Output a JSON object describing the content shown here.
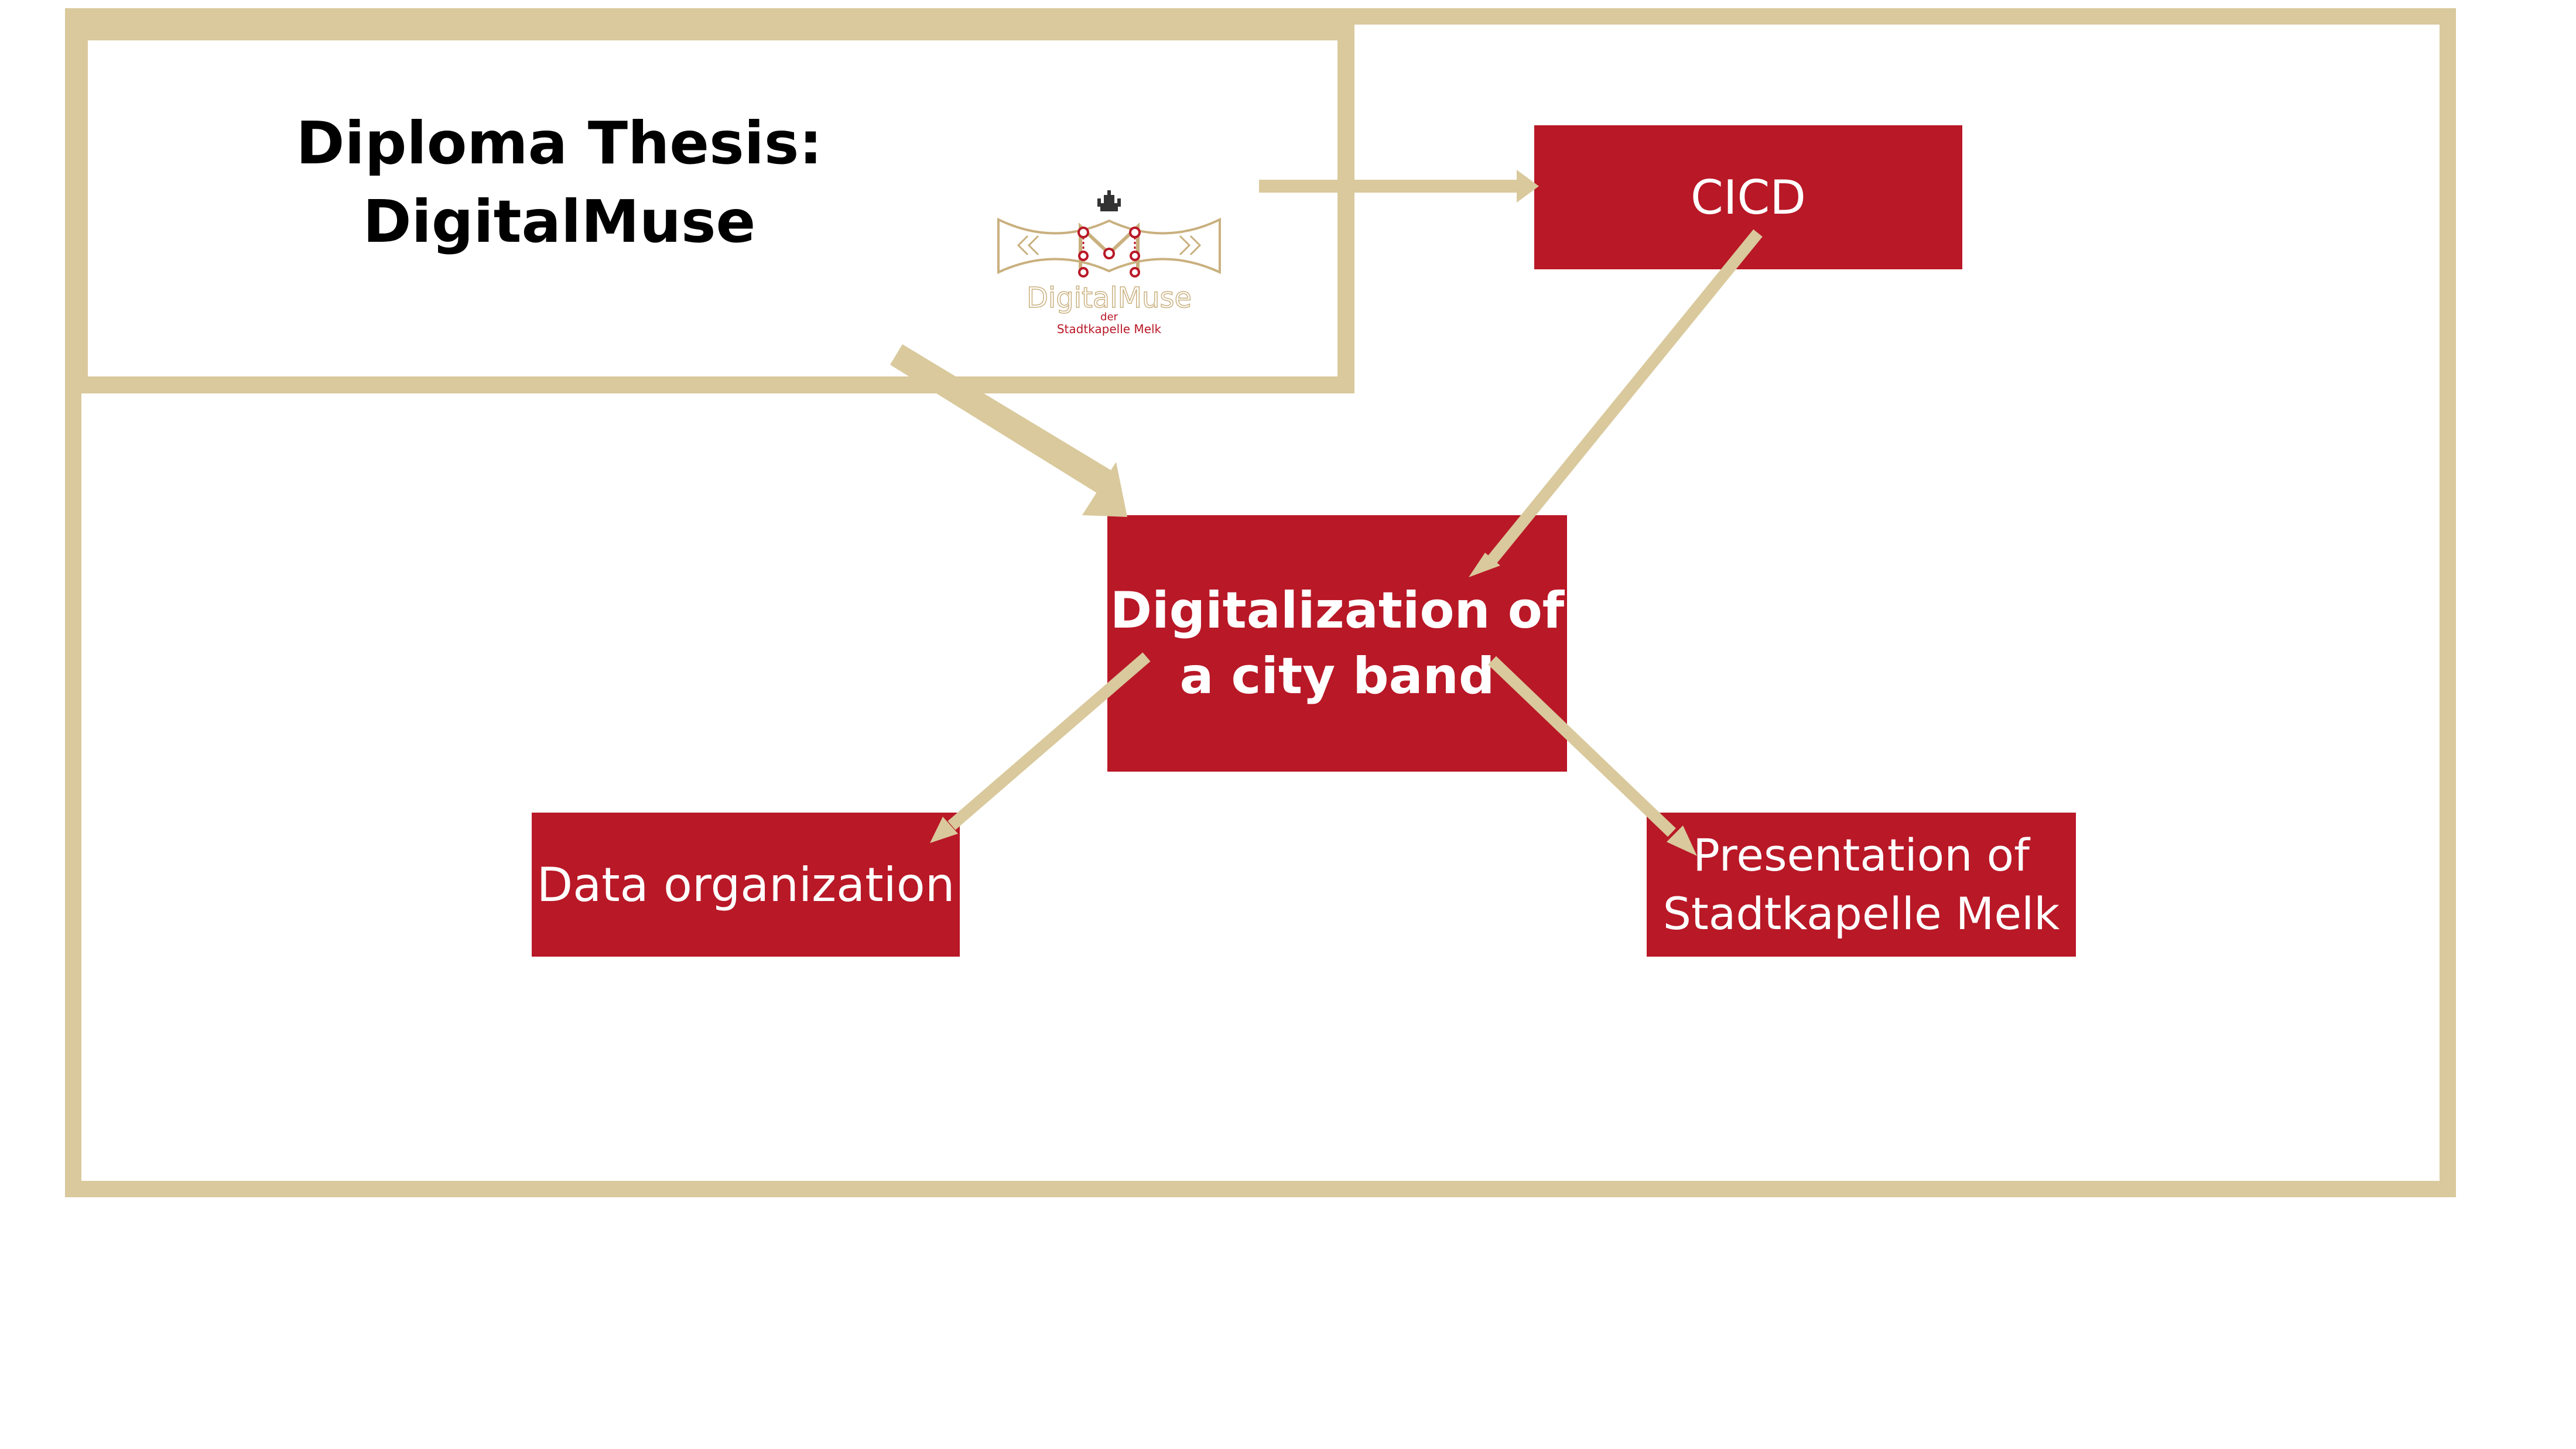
{
  "colors": {
    "frame": "#d9c99c",
    "box_fill": "#b91827",
    "arrow": "#d9c99c",
    "box_text": "#ffffff",
    "title_text": "#000000"
  },
  "title_panel": {
    "line1": "Diploma Thesis:",
    "line2": "DigitalMuse"
  },
  "logo": {
    "icon": "digitalmuse-logo",
    "wordmark": "DigitalMuse",
    "sub1": "der",
    "sub2": "Stadtkapelle Melk"
  },
  "nodes": {
    "cicd": "CICD",
    "center": {
      "line1": "Digitalization of",
      "line2": "a city band"
    },
    "data_organization": "Data organization",
    "presentation": {
      "line1": "Presentation of",
      "line2": "Stadtkapelle Melk"
    }
  },
  "edges": [
    {
      "from": "title_panel",
      "to": "cicd"
    },
    {
      "from": "title_panel",
      "to": "center"
    },
    {
      "from": "cicd",
      "to": "center"
    },
    {
      "from": "center",
      "to": "data_organization"
    },
    {
      "from": "center",
      "to": "presentation"
    }
  ]
}
